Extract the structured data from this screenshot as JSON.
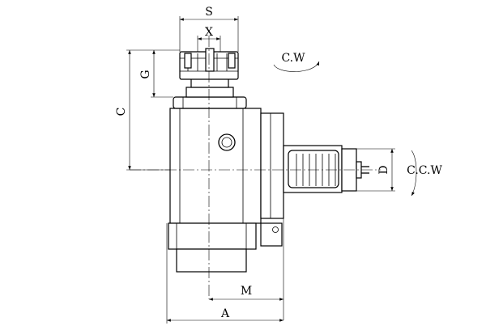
{
  "labels": {
    "s": "S",
    "x": "X",
    "g": "G",
    "c": "C",
    "d": "D",
    "m": "M",
    "a": "A",
    "cw": "C.W",
    "ccw": "C.C.W"
  }
}
